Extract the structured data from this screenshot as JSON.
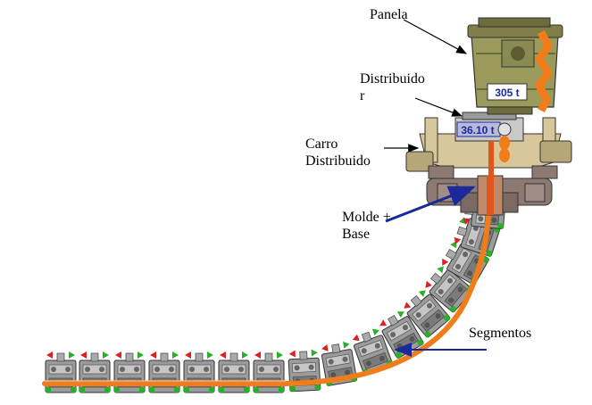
{
  "labels": {
    "panela": "Panela",
    "distribuidor_line1": "Distribuido",
    "distribuidor_line2": "r",
    "carro_line1": "Carro",
    "carro_line2": "Distribuido",
    "molde_line1": "Molde +",
    "molde_line2": "Base",
    "segmentos": "Segmentos"
  },
  "readouts": {
    "ladle_weight": "305 t",
    "tundish_weight": "36.10 t"
  },
  "colors": {
    "steel_strand": "#f07d1a",
    "ladle_body": "#9a9a5c",
    "tundish_car": "#d8c79a",
    "mold_base": "#8c7a72",
    "segment_gray": "#8a8a8a",
    "arrow_red": "#e02020",
    "arrow_green": "#28b028",
    "pointer_blue": "#1a2a9a",
    "pointer_black": "#000000"
  }
}
